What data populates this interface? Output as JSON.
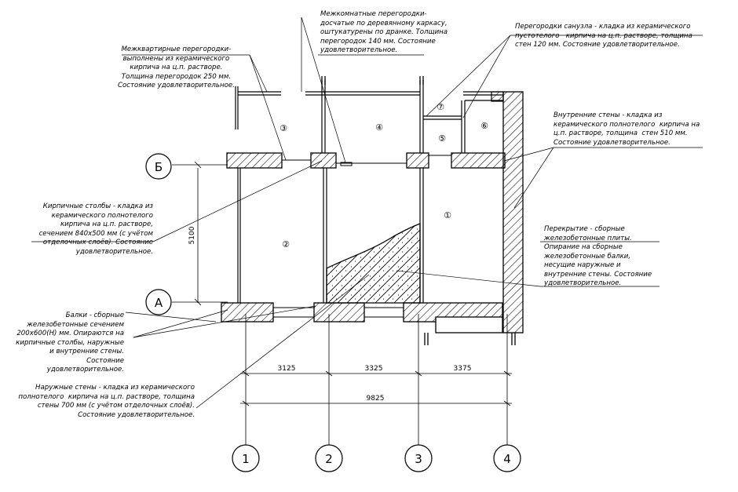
{
  "notes": {
    "partitions_apartment": "Межквартирные перегородки-\nвыполнены из керамического\nкирпича на ц.п. растворе.\nТолщина перегородок 250 мм.\nСостояние удовлетворительное.",
    "partitions_interior": "Межкомнатные перегородки-\nдосчатые по деревянному каркасу,\nоштукатурены по дранке. Толщина\nперегородок 140 мм. Состояние\nудовлетворительное.",
    "partitions_bathroom": "Перегородки санузла - кладка из керамического\nпустотелого   кирпича на ц.п. растворе, толщина\nстен 120 мм. Состояние удовлетворительное.",
    "inner_walls": "Внутренние стены - кладка из\nкерамического полнотелого  кирпича на\nц.п. растворе, толщина  стен 510 мм.\nСостояние удовлетворительное.",
    "brick_columns": "Кирпичные столбы - кладка из\nкерамического полнотелого\nкирпича на ц.п. растворе,\nсечением 840х500 мм (с учётом\nотделочных слоёв). Состояние\nудовлетворительное.",
    "floor_slab": "Перекрытие - сборные\nжелезобетонные плиты.\nОпирание на сборные\nжелезобетонные балки,\nнесущие наружные и\nвнутренние стены. Состояние\nудовлетворительное.",
    "beams": "Балки - сборные\nжелезобетонные сечением\n200х600(Н) мм. Опираются на\nкирпичные столбы, наружные\nи внутренние стены.\nСостояние\nудовлетворительное.",
    "outer_walls": "Наружные стены - кладка из керамического\nполнотелого  кирпича на ц.п. растворе, толщина\nстены 700 мм (с учётом отделочных слоёв).\nСостояние удовлетворительное."
  },
  "axes": {
    "vertical": [
      "1",
      "2",
      "3",
      "4"
    ],
    "horizontal": [
      "Б",
      "А"
    ]
  },
  "dimensions": {
    "bays": [
      "3125",
      "3325",
      "3375"
    ],
    "total": "9825",
    "height": "5100"
  },
  "rooms": [
    "①",
    "②",
    "③",
    "④",
    "⑤",
    "⑥",
    "⑦"
  ]
}
